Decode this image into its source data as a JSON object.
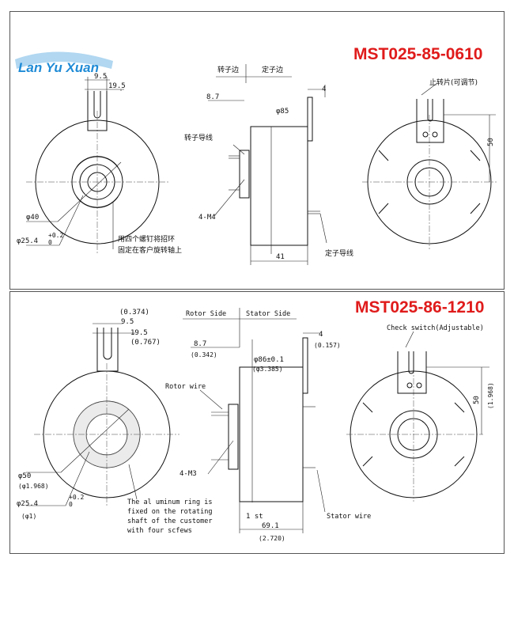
{
  "brand": {
    "logo_text": "Lan Yu Xuan"
  },
  "drawing1": {
    "model": "MST025-85-0610",
    "dims": {
      "d9_5": "9.5",
      "d19_5": "19.5",
      "d8_7": "8.7",
      "d85": "φ85",
      "d4": "4",
      "d40": "φ40",
      "d25_4": "φ25.4",
      "tol": "+0.2",
      "tol0": "0",
      "m4": "4-M4",
      "d41": "41",
      "d50": "50"
    },
    "labels": {
      "rotor_side": "转子边",
      "stator_side": "定子边",
      "rotor_wire": "转子导线",
      "stator_wire": "定子导线",
      "check_switch": "止转片(可调节)",
      "note_line1": "用四个螺钉将招环",
      "note_line2": "固定在客户旋转轴上"
    }
  },
  "drawing2": {
    "model": "MST025-86-1210",
    "dims": {
      "d0_374": "(0.374)",
      "d9_5": "9.5",
      "d19_5": "19.5",
      "d0_767": "(0.767)",
      "d8_7": "8.7",
      "d0_342": "(0.342)",
      "d86": "φ86±0.1",
      "d3_385": "(φ3.385)",
      "d4": "4",
      "d0_157": "(0.157)",
      "d50": "φ50",
      "d1_968": "(φ1.968)",
      "d25_4": "φ25.4",
      "tol": "+0.2",
      "tol0": "0",
      "d1": "(φ1)",
      "m3": "4-M3",
      "first": "1 st",
      "d69_1": "69.1",
      "d2_720": "(2.720)",
      "v50": "50",
      "v1_968": "(1.968)"
    },
    "labels": {
      "rotor_side": "Rotor Side",
      "stator_side": "Stator Side",
      "rotor_wire": "Rotor wire",
      "stator_wire": "Stator wire",
      "check_switch": "Check switch(Adjustable)",
      "note_line1": "The al uminum ring is",
      "note_line2": "fixed on the rotating",
      "note_line3": "shaft of the customer",
      "note_line4": "with four scfews"
    }
  }
}
